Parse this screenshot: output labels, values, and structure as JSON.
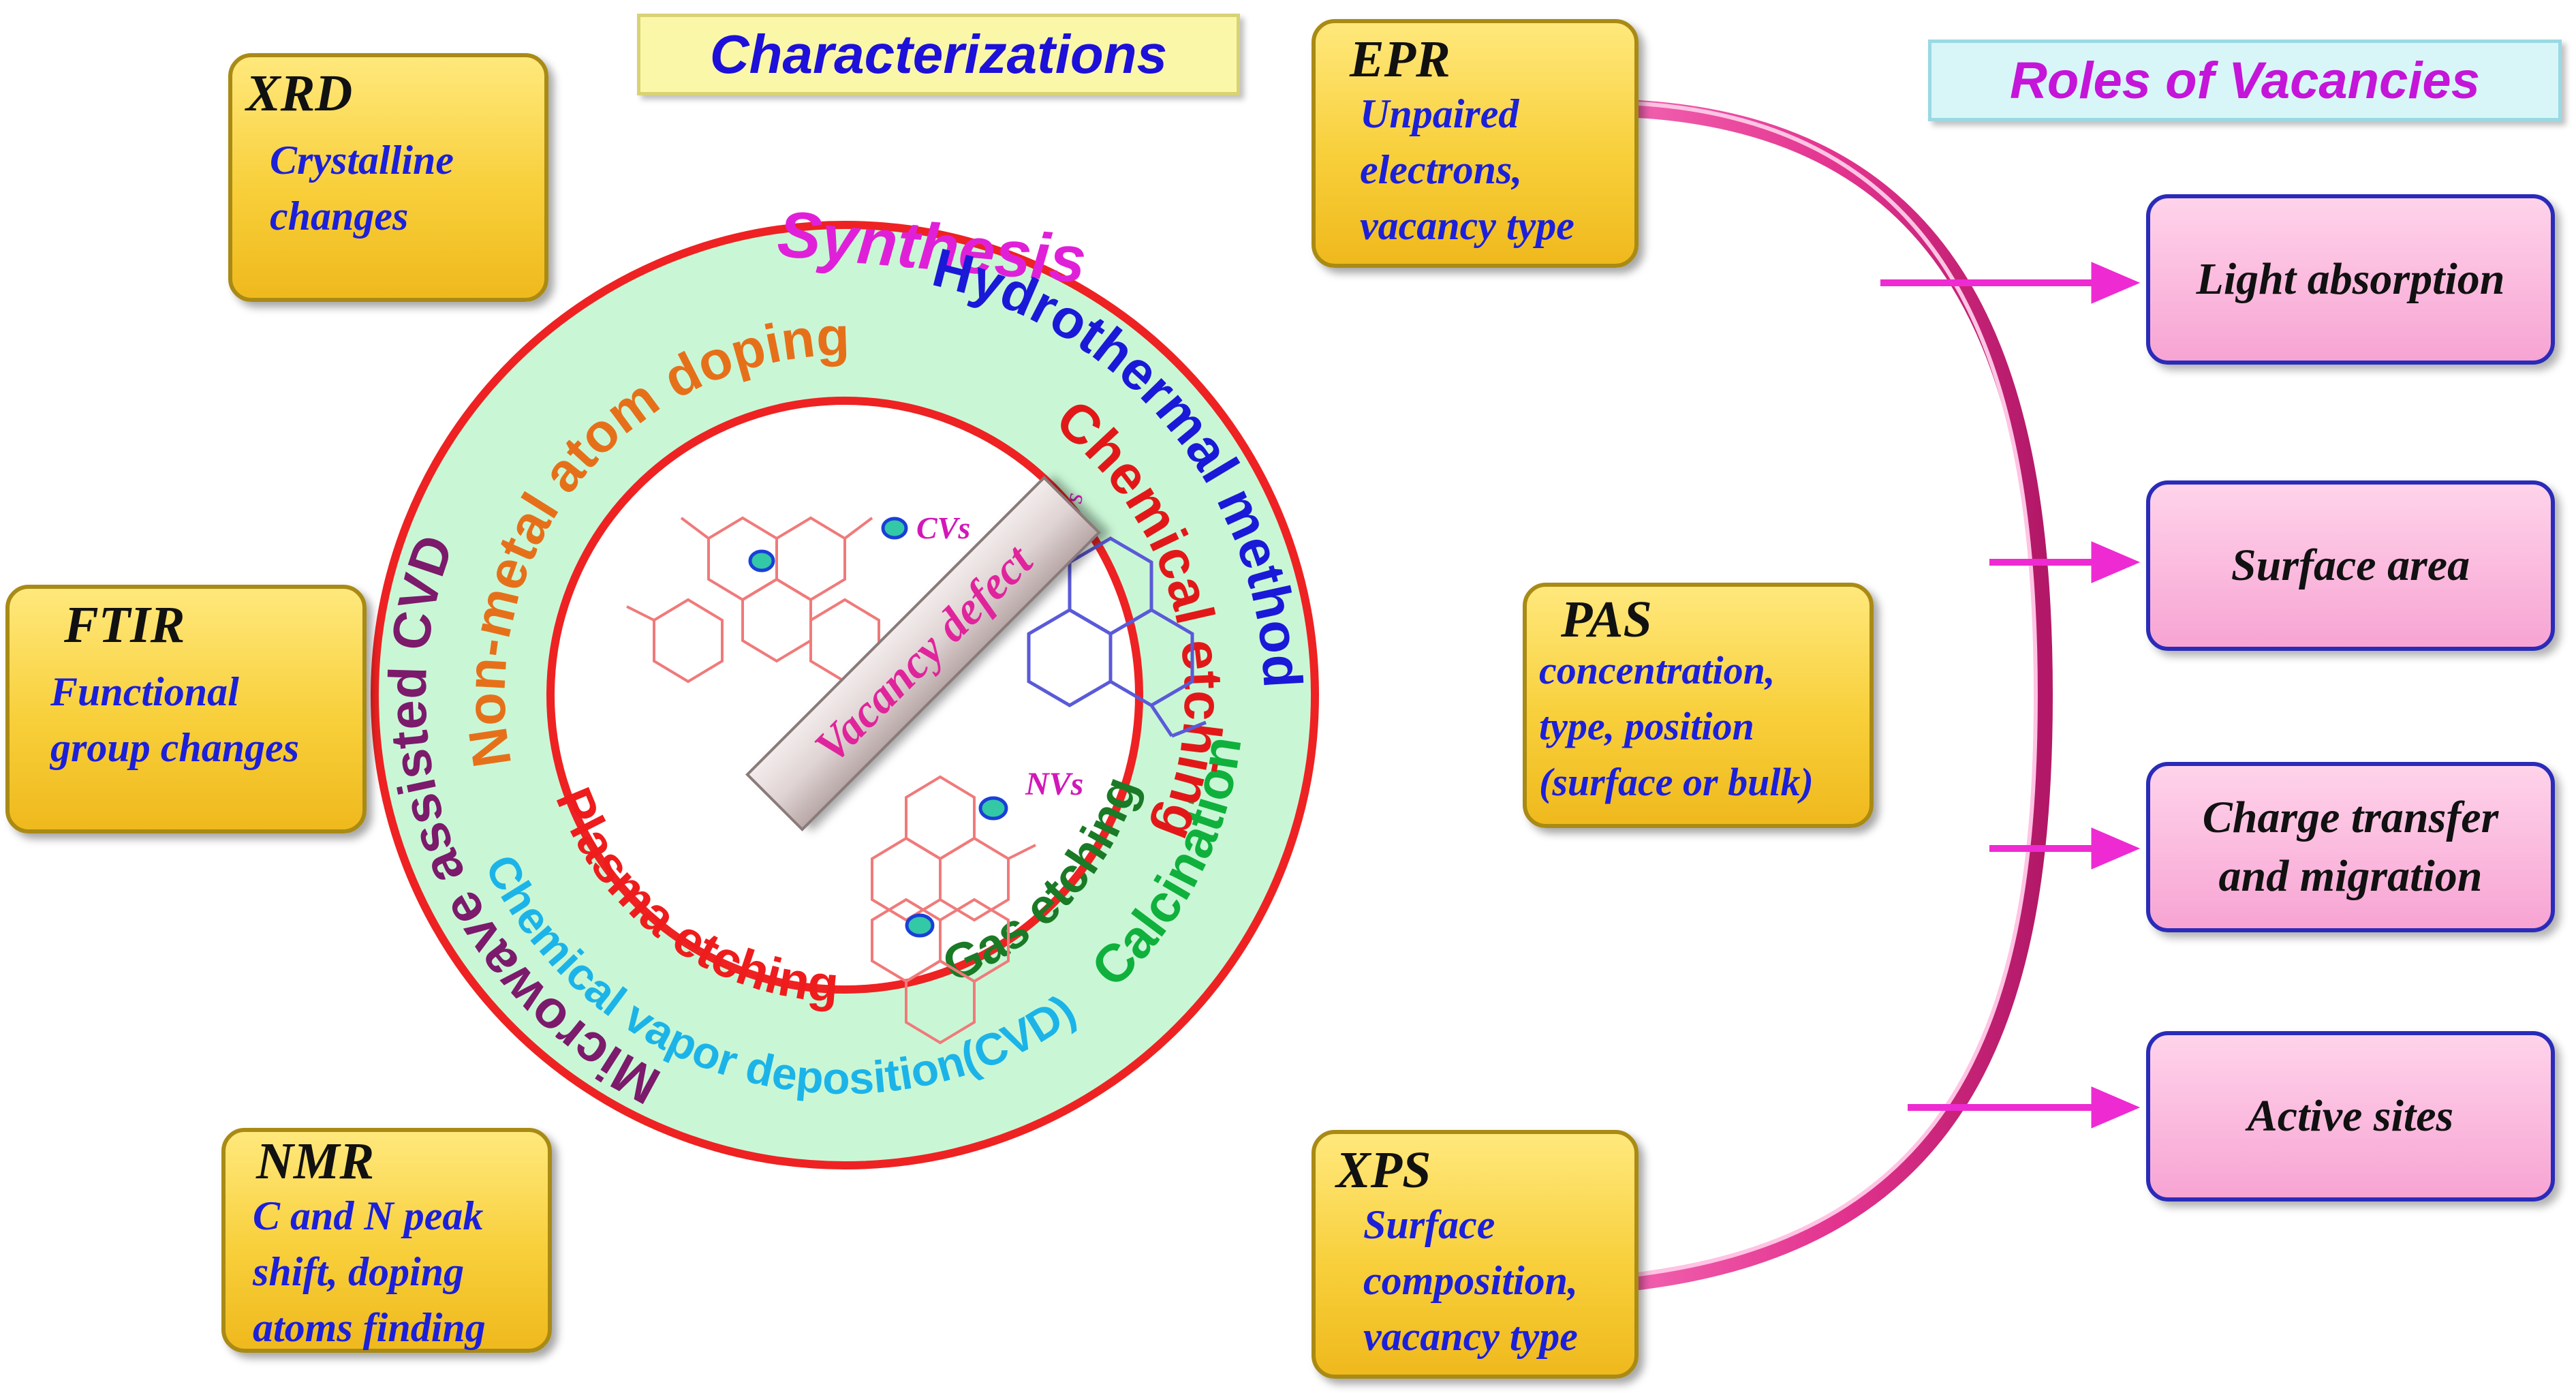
{
  "headers": {
    "characterizations": "Characterizations",
    "roles": "Roles of Vacancies"
  },
  "characterizations": {
    "xrd": {
      "title": "XRD",
      "lines": [
        "Crystalline",
        "changes"
      ]
    },
    "ftir": {
      "title": "FTIR",
      "lines": [
        "Functional",
        "group changes"
      ]
    },
    "nmr": {
      "title": "NMR",
      "lines": [
        "C and N peak",
        "shift, doping",
        "atoms finding"
      ]
    },
    "epr": {
      "title": "EPR",
      "lines": [
        "Unpaired",
        "electrons,",
        "vacancy type"
      ]
    },
    "pas": {
      "title": "PAS",
      "lines": [
        "concentration,",
        "type, position",
        "(surface or bulk)"
      ]
    },
    "xps": {
      "title": "XPS",
      "lines": [
        "Surface",
        "composition,",
        "vacancy type"
      ]
    }
  },
  "synthesis": {
    "title": "Synthesis",
    "outer": {
      "microwave": "Microwave assisted CVD",
      "hydrothermal": "Hydrothermal method",
      "calcination": "Calcination",
      "cvd": "Chemical vapor deposition(CVD)"
    },
    "inner": {
      "nonmetal": "Non-metal atom doping",
      "chemical": "Chemical etching",
      "gas": "Gas etching",
      "plasma": "Plasma etching"
    }
  },
  "center": {
    "label": "Vacancy defect",
    "tags": {
      "cvs": "CVs",
      "ovs": "OVs",
      "nvs": "NVs"
    }
  },
  "roles": [
    {
      "lines": [
        "Light absorption"
      ]
    },
    {
      "lines": [
        "Surface area"
      ]
    },
    {
      "lines": [
        "Charge transfer",
        "and migration"
      ]
    },
    {
      "lines": [
        "Active sites"
      ]
    }
  ],
  "colors": {
    "ring_fill": "#c9f7d6",
    "ring_border": "#ee2222",
    "arc": "#e23a97",
    "arrow": "#ee2ad2",
    "synthesis": "#e020d8",
    "microwave": "#7c1a6b",
    "hydrothermal": "#1a19d8",
    "calcination": "#10b03c",
    "cvd": "#1cb4e8",
    "nonmetal": "#e6701a",
    "chemical": "#e21818",
    "gas": "#1a7a26",
    "plasma": "#ee1c1c",
    "structure": "#f07a7a",
    "vacancy_dot": "#33c8a6",
    "vacancy_ring": "#1a3fd8"
  }
}
